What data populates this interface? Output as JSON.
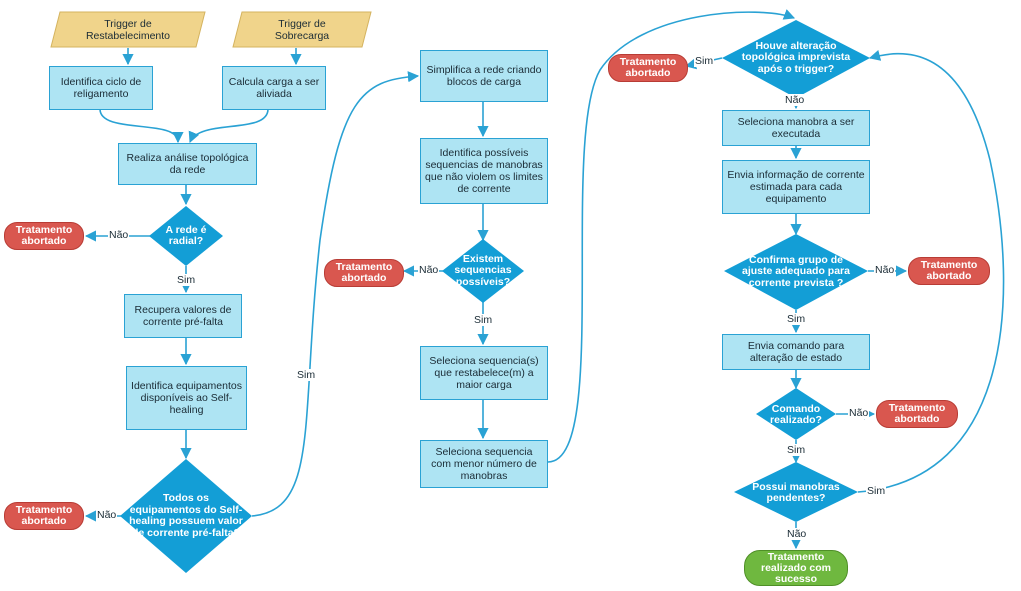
{
  "colors": {
    "process_fill": "#aee4f3",
    "process_border": "#2aa2d4",
    "decision_fill": "#139ed6",
    "trigger_fill": "#f0d48b",
    "abort_fill": "#d9574f",
    "success_fill": "#6fb83f",
    "connector": "#2aa2d4"
  },
  "triggers": {
    "restabelecimento": "Trigger de Restabelecimento",
    "sobrecarga": "Trigger de Sobrecarga"
  },
  "processes": {
    "identifica_ciclo": "Identifica ciclo de religamento",
    "calcula_carga": "Calcula carga a ser aliviada",
    "analise_topologica": "Realiza análise topológica da rede",
    "recupera_valores": "Recupera valores de corrente  pré-falta",
    "identifica_equipamentos": "Identifica equipamentos disponíveis ao Self-healing",
    "simplifica_rede": "Simplifica a rede criando blocos de carga",
    "identifica_sequencias": "Identifica possíveis sequencias de manobras que não violem os limites de corrente",
    "seleciona_maior_carga": "Seleciona sequencia(s) que restabelece(m) a maior carga",
    "seleciona_menor_numero": "Seleciona sequencia com menor número de manobras",
    "seleciona_manobra": "Seleciona manobra a ser executada",
    "envia_informacao": "Envia informação de corrente estimada para cada equipamento",
    "envia_comando": "Envia comando para alteração de estado"
  },
  "decisions": {
    "rede_radial": "A rede é radial?",
    "equipamentos_valor": "Todos os equipamentos do Self-healing possuem valor de corrente pré-falta?",
    "existem_sequencias": "Existem sequencias possíveis?",
    "alteracao_topologica": "Houve alteração topológica imprevista após o trigger?",
    "confirma_grupo": "Confirma grupo de ajuste adequado para corrente prevista ?",
    "comando_realizado": "Comando realizado?",
    "possui_manobras": "Possui manobras pendentes?"
  },
  "terminals": {
    "abort_label": "Tratamento abortado",
    "success_label": "Tratamento realizado com sucesso"
  },
  "edge_labels": {
    "nao": "Não",
    "sim": "Sim"
  }
}
